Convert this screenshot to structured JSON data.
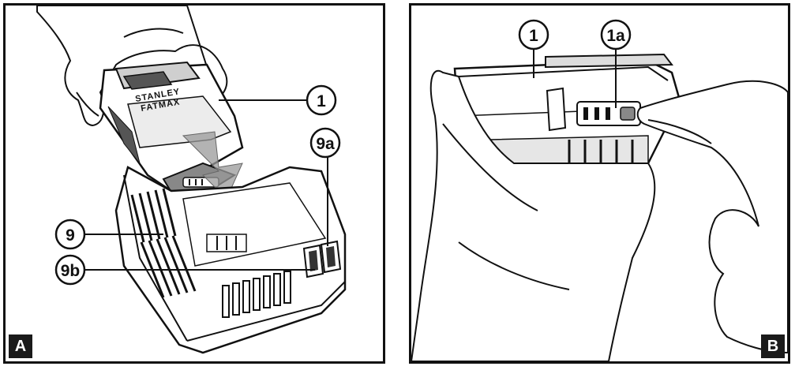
{
  "panels": [
    {
      "label": "A",
      "callouts": [
        "1",
        "9a",
        "9",
        "9b"
      ],
      "brand": [
        "STANLEY",
        "FATMAX"
      ]
    },
    {
      "label": "B",
      "callouts": [
        "1",
        "1a"
      ]
    }
  ],
  "colors": {
    "line": "#111111",
    "shade": "#9a9a9a",
    "light": "#d9d9d9"
  }
}
